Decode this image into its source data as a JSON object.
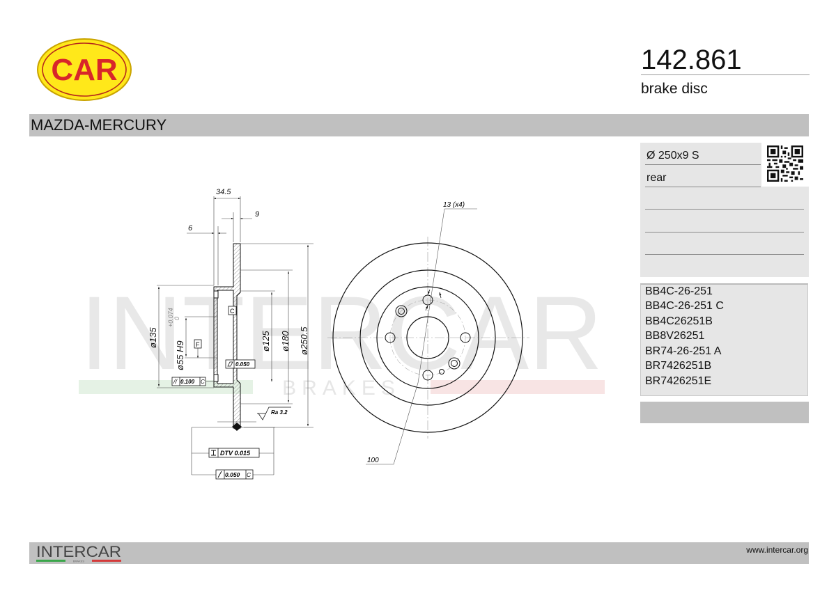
{
  "header": {
    "logo_text": "CAR",
    "part_number": "142.861",
    "part_type": "brake disc"
  },
  "brand": {
    "name": "MAZDA-MERCURY"
  },
  "specs": {
    "dimension": "Ø 250x9 S",
    "position": "rear",
    "extra_lines": [
      "",
      "",
      ""
    ]
  },
  "oe_numbers": [
    "BB4C-26-251",
    "BB4C-26-251 C",
    "BB4C26251B",
    "BB8V26251",
    "BR74-26-251 A",
    "BR7426251B",
    "BR7426251E"
  ],
  "drawing": {
    "watermark_main": "INTERCAR",
    "watermark_sub": "BRAKES",
    "dim_overall_height": "34.5",
    "dim_disc_thickness": "9",
    "dim_hat_thickness": "6",
    "dim_d135": "ø135",
    "dim_d55": "ø55  H9",
    "tol_upper": "+0.074",
    "tol_lower": "0",
    "dim_d125": "ø125",
    "dim_d180": "ø180",
    "dim_d250": "ø250.5",
    "datum_c": "C",
    "datum_f": "F",
    "flatness": "0.050",
    "parallelism": "0.100",
    "parallelism_ref": "C",
    "roughness": "Ra  3.2",
    "dtv": "DTV  0.015",
    "runout": "0.050",
    "runout_ref": "C",
    "holes_label": "13  (x4)",
    "pcd_label": "100"
  },
  "footer": {
    "logo_text": "INTERCAR",
    "logo_sub": "BRAKES",
    "url": "www.intercar.org"
  },
  "colors": {
    "logo_yellow": "#ffe81a",
    "logo_red": "#d8262a",
    "bar_gray": "#c0c0c0",
    "panel_gray": "#e6e6e6",
    "flag_green": "#3aa64a",
    "flag_red": "#d43a3a"
  }
}
